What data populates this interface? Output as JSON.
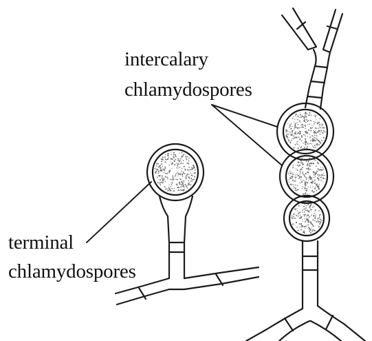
{
  "labels": {
    "intercalary": [
      "intercalary",
      "chlamydospores"
    ],
    "terminal": [
      "terminal",
      "chlamydospores"
    ]
  },
  "colors": {
    "stroke": "#1a1a1a",
    "dots": "#6d6d6d",
    "background": "#ffffff"
  }
}
